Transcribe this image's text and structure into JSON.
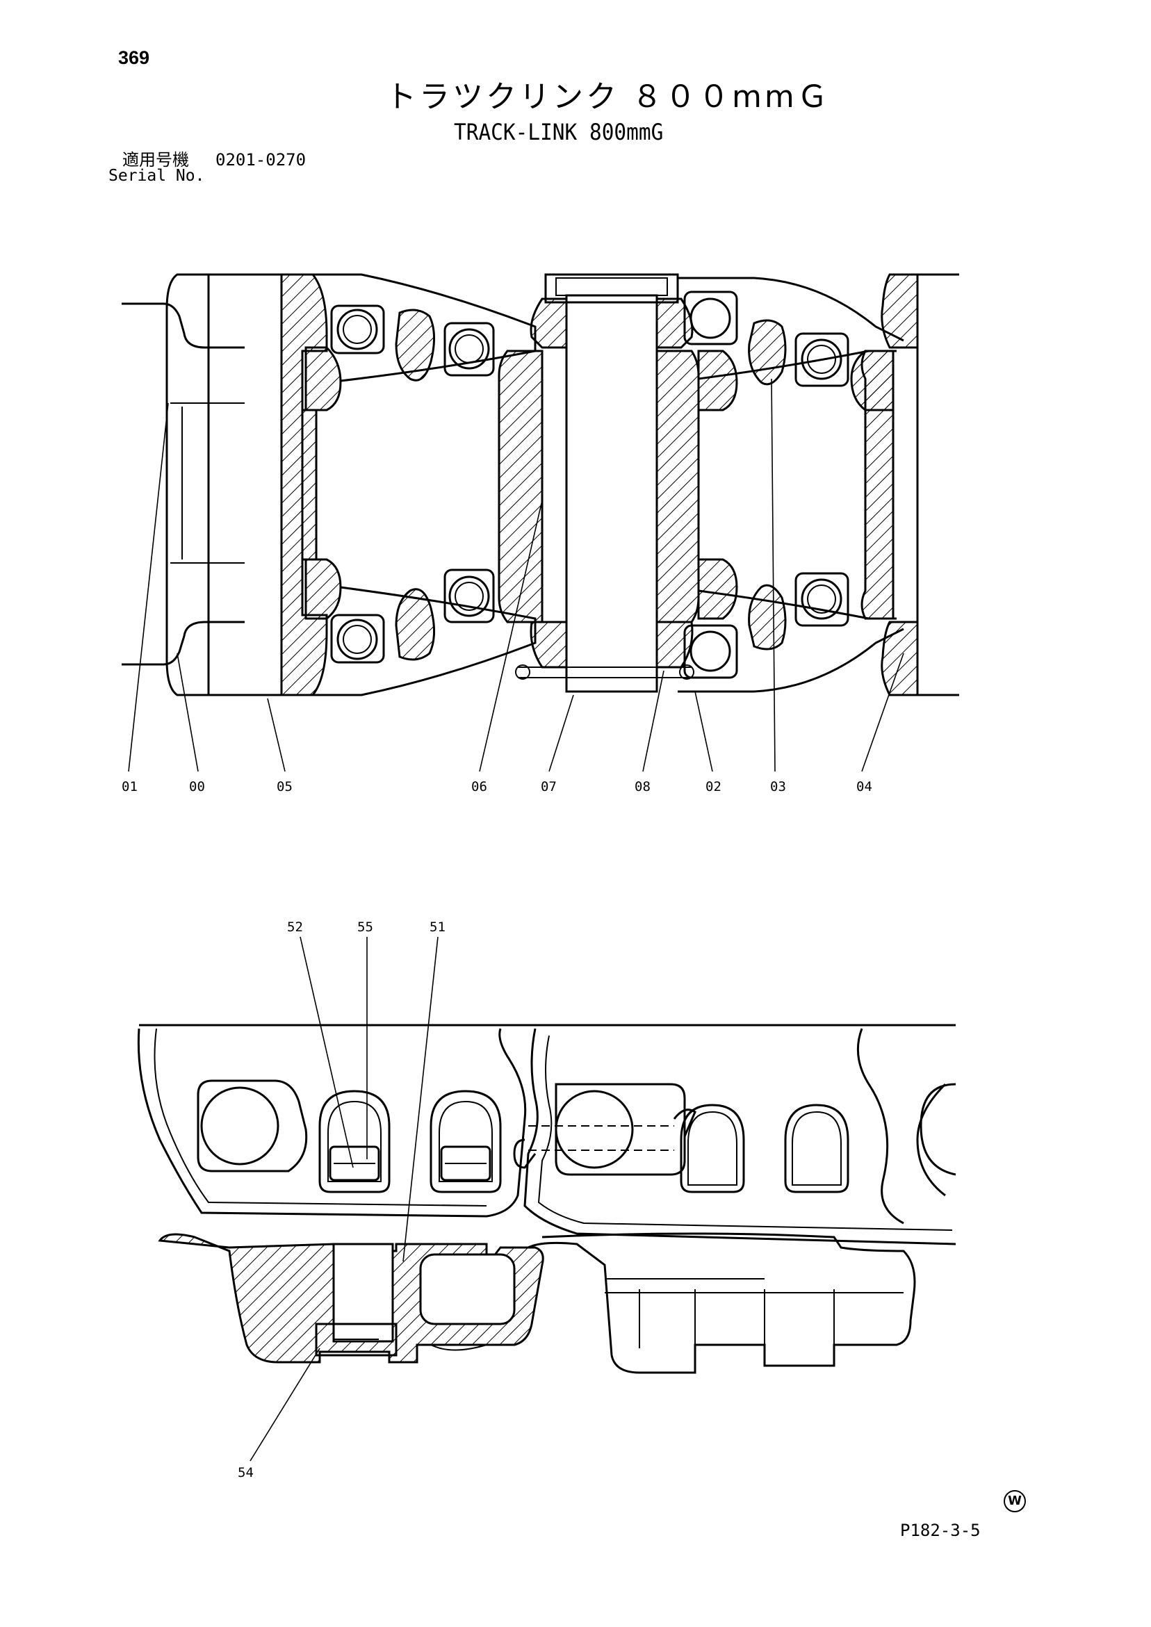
{
  "page": {
    "number": "369",
    "title_ja": "トラツクリンク ８００mmＧ",
    "title_en": "TRACK-LINK 800mmG",
    "serial_label_ja": "適用号機",
    "serial_range": "0201-0270",
    "serial_label_en": "Serial No.",
    "page_code": "P182-3-5",
    "corner_mark": "W"
  },
  "diagram_top": {
    "callouts": [
      "01",
      "00",
      "05",
      "06",
      "07",
      "08",
      "02",
      "03",
      "04"
    ]
  },
  "diagram_bottom": {
    "callouts": [
      "52",
      "55",
      "51",
      "54"
    ]
  }
}
